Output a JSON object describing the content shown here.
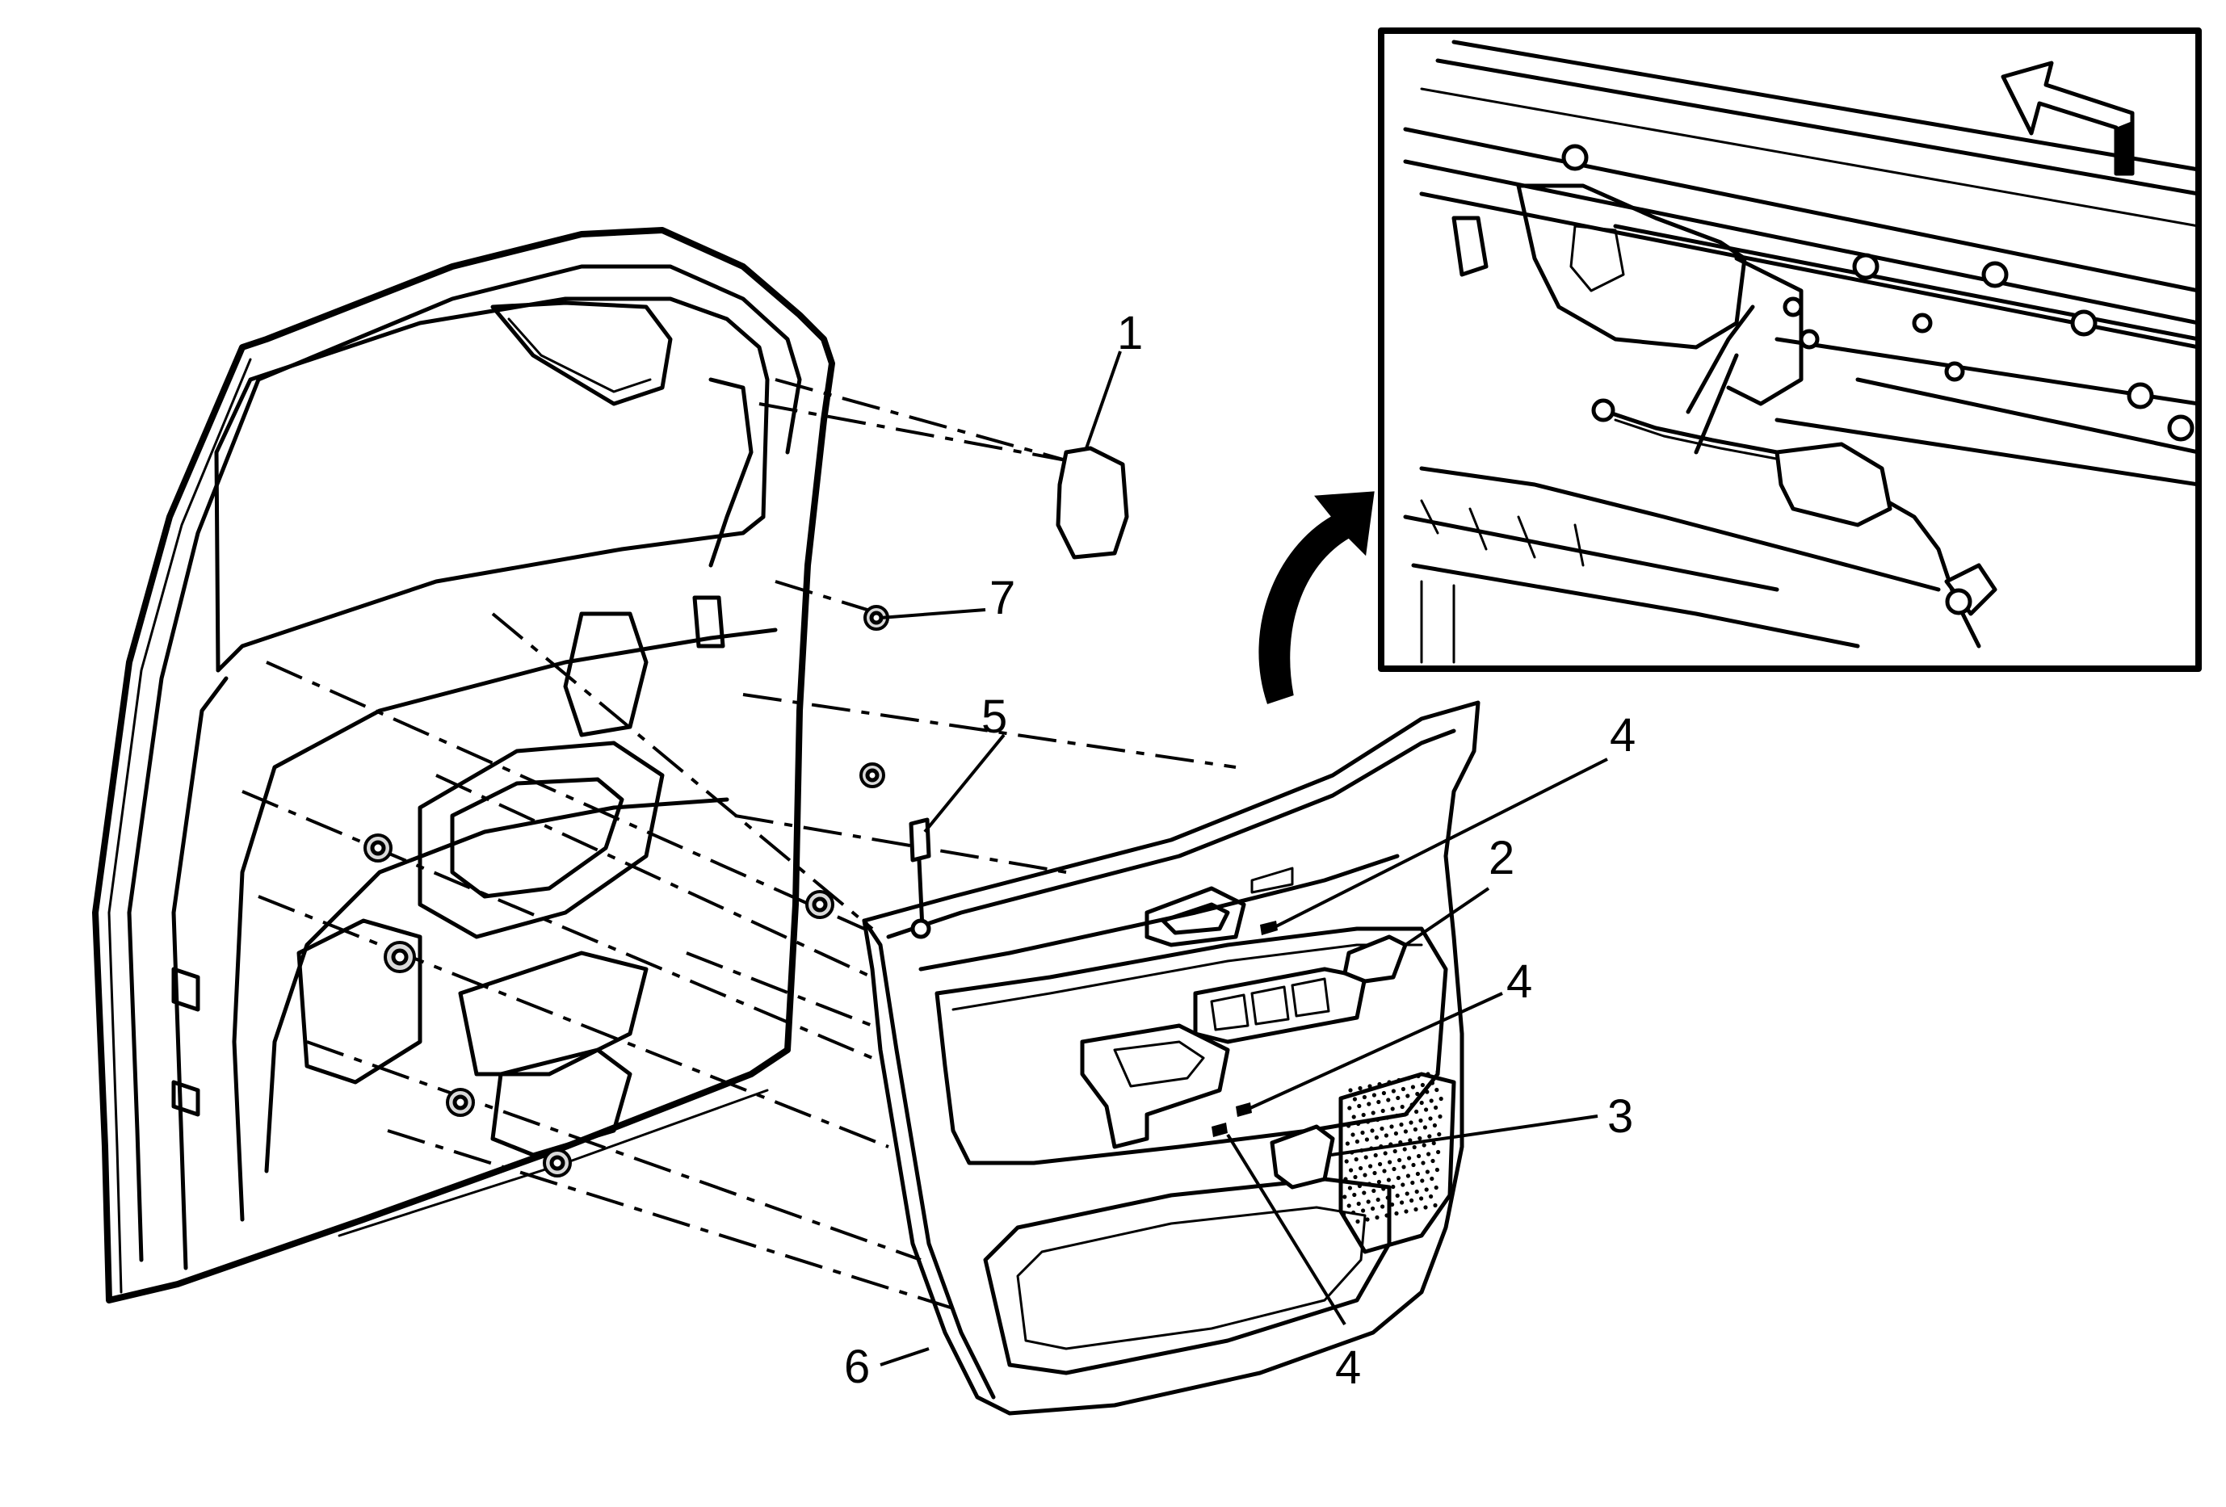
{
  "callouts": {
    "c1": "1",
    "c2": "2",
    "c3": "3",
    "c4a": "4",
    "c4b": "4",
    "c4c": "4",
    "c5": "5",
    "c6": "6",
    "c7": "7"
  },
  "icons": {
    "direction_arrow": "forward-arrow-icon",
    "detail_arrow": "curved-arrow-icon"
  }
}
